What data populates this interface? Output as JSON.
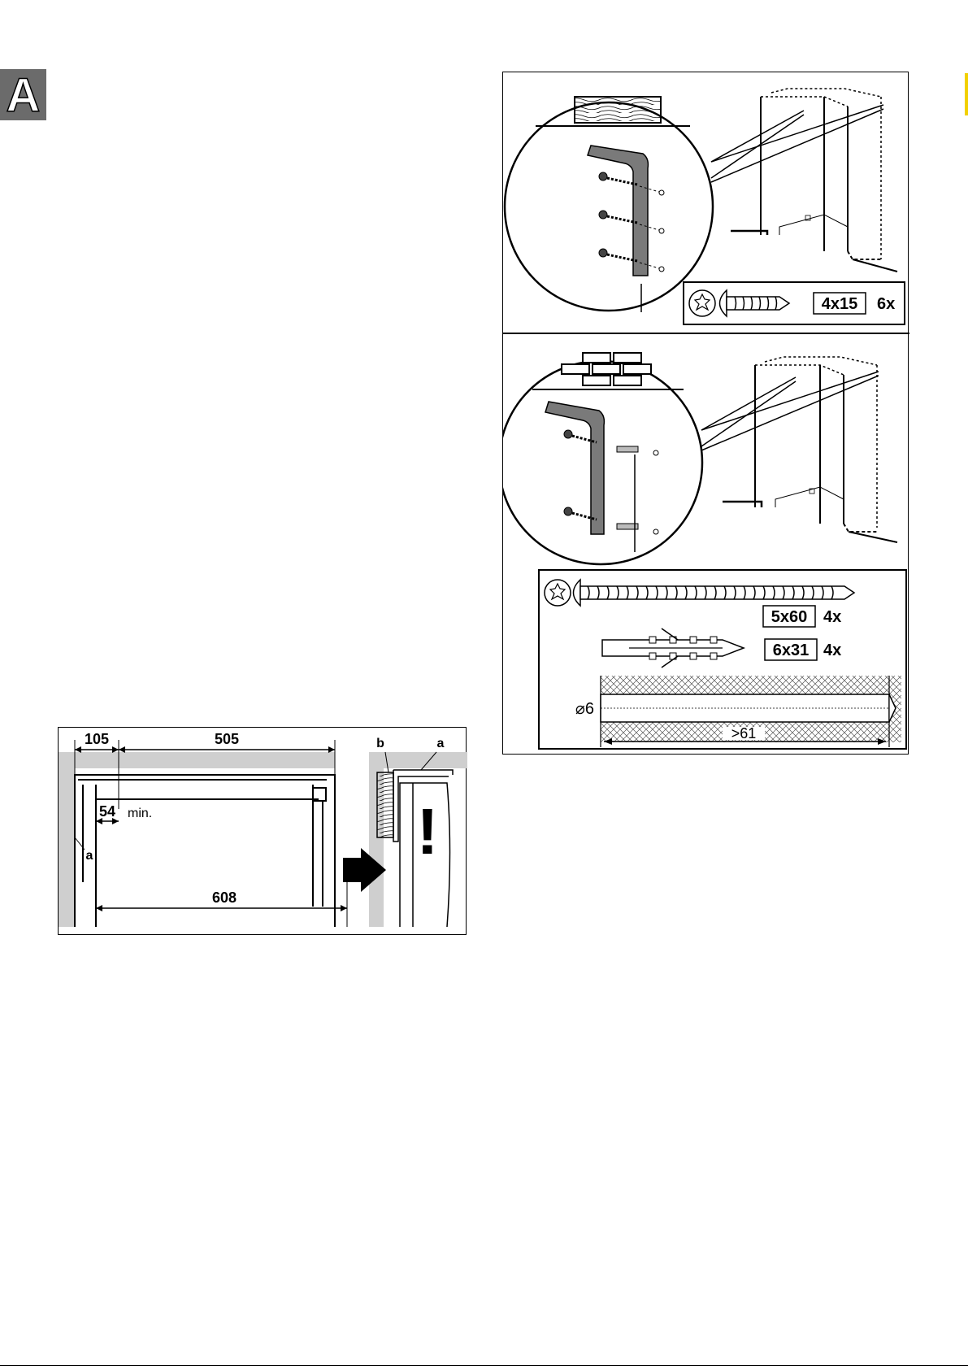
{
  "section": {
    "letter": "A"
  },
  "wood_panel": {
    "screw_size": "4x15",
    "screw_qty": "6x"
  },
  "masonry_panel": {
    "screw_size": "5x60",
    "screw_qty": "4x",
    "dowel_size": "6x31",
    "dowel_qty": "4x",
    "drill_diameter": "⌀6",
    "drill_depth": ">61"
  },
  "dimension_figure": {
    "dim_105": "105",
    "dim_505": "505",
    "dim_54": "54",
    "dim_min": "min.",
    "dim_608": "608",
    "label_a_left": "a",
    "label_b": "b",
    "label_a_right": "a",
    "warning": "!"
  },
  "colors": {
    "badge": "#6b6b6b",
    "bracket": "#7a7a7a",
    "wall_shade": "#cfcfcf",
    "accent_edge": "#f2d000"
  }
}
